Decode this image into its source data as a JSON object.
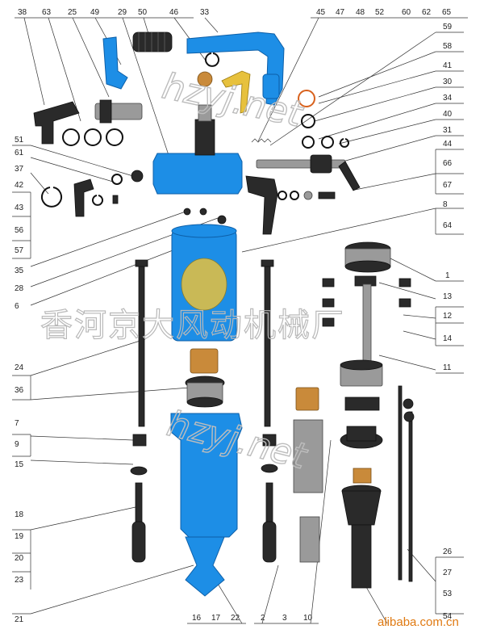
{
  "labels_top": [
    "38",
    "63",
    "25",
    "49",
    "29",
    "50",
    "46",
    "33",
    "45",
    "47",
    "48",
    "52",
    "60",
    "62",
    "65"
  ],
  "labels_left": [
    "51",
    "61",
    "37",
    "42",
    "43",
    "56",
    "57",
    "35",
    "28",
    "6",
    "24",
    "36",
    "7",
    "9",
    "15",
    "18",
    "19",
    "20",
    "23",
    "21"
  ],
  "labels_right": [
    "59",
    "58",
    "41",
    "30",
    "34",
    "40",
    "31",
    "44",
    "66",
    "67",
    "8",
    "64",
    "1",
    "13",
    "12",
    "14",
    "11",
    "26",
    "27",
    "53",
    "54"
  ],
  "labels_bottom": [
    "16",
    "17",
    "22",
    "2",
    "3",
    "10"
  ],
  "watermark_cn": "香河京大风动机械厂",
  "watermark_site": "hzyj.net",
  "site_url": "alibaba.com.cn",
  "colors": {
    "body_blue": "#1d8ee6",
    "brass": "#c98a3a",
    "watermark": "#e07a12"
  }
}
